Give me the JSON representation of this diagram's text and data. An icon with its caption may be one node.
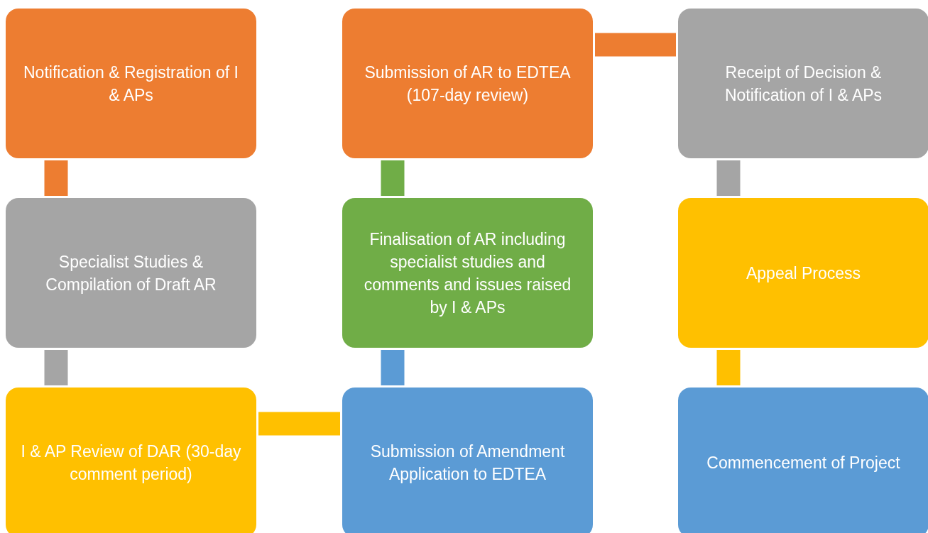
{
  "diagram": {
    "nodes": [
      {
        "text": [
          "Notification & Registration of I & APs"
        ]
      },
      {
        "text": [
          "Submission of AR to EDTEA (107-day review)"
        ]
      },
      {
        "text": [
          "Receipt of Decision & Notification of I & APs"
        ]
      },
      {
        "text": [
          "Specialist Studies & Compilation of Draft AR"
        ]
      },
      {
        "text": [
          "Finalisation of AR including specialist studies and comments and issues raised by I & APs"
        ]
      },
      {
        "text": [
          "Appeal Process"
        ]
      },
      {
        "text": [
          "I & AP Review of DAR (30-day comment period)"
        ]
      },
      {
        "text": [
          "Submission of Amendment Application to EDTEA"
        ]
      },
      {
        "text": [
          "Commencement of Project"
        ]
      }
    ],
    "edges": [
      {
        "from": 0,
        "to": 3,
        "arrow": "none",
        "color": "#ed7d31"
      },
      {
        "from": 3,
        "to": 6,
        "arrow": "none",
        "color": "#a5a5a5"
      },
      {
        "from": 6,
        "to": 7,
        "arrow": "none",
        "color": "#ffc000"
      },
      {
        "from": 7,
        "to": 4,
        "arrow": "none",
        "color": "#5b9bd5"
      },
      {
        "from": 4,
        "to": 1,
        "arrow": "none",
        "color": "#70ad47"
      },
      {
        "from": 1,
        "to": 2,
        "arrow": "none",
        "color": "#ed7d31"
      },
      {
        "from": 2,
        "to": 5,
        "arrow": "none",
        "color": "#a5a5a5"
      },
      {
        "from": 5,
        "to": 8,
        "arrow": "none",
        "color": "#ffc000"
      }
    ]
  }
}
